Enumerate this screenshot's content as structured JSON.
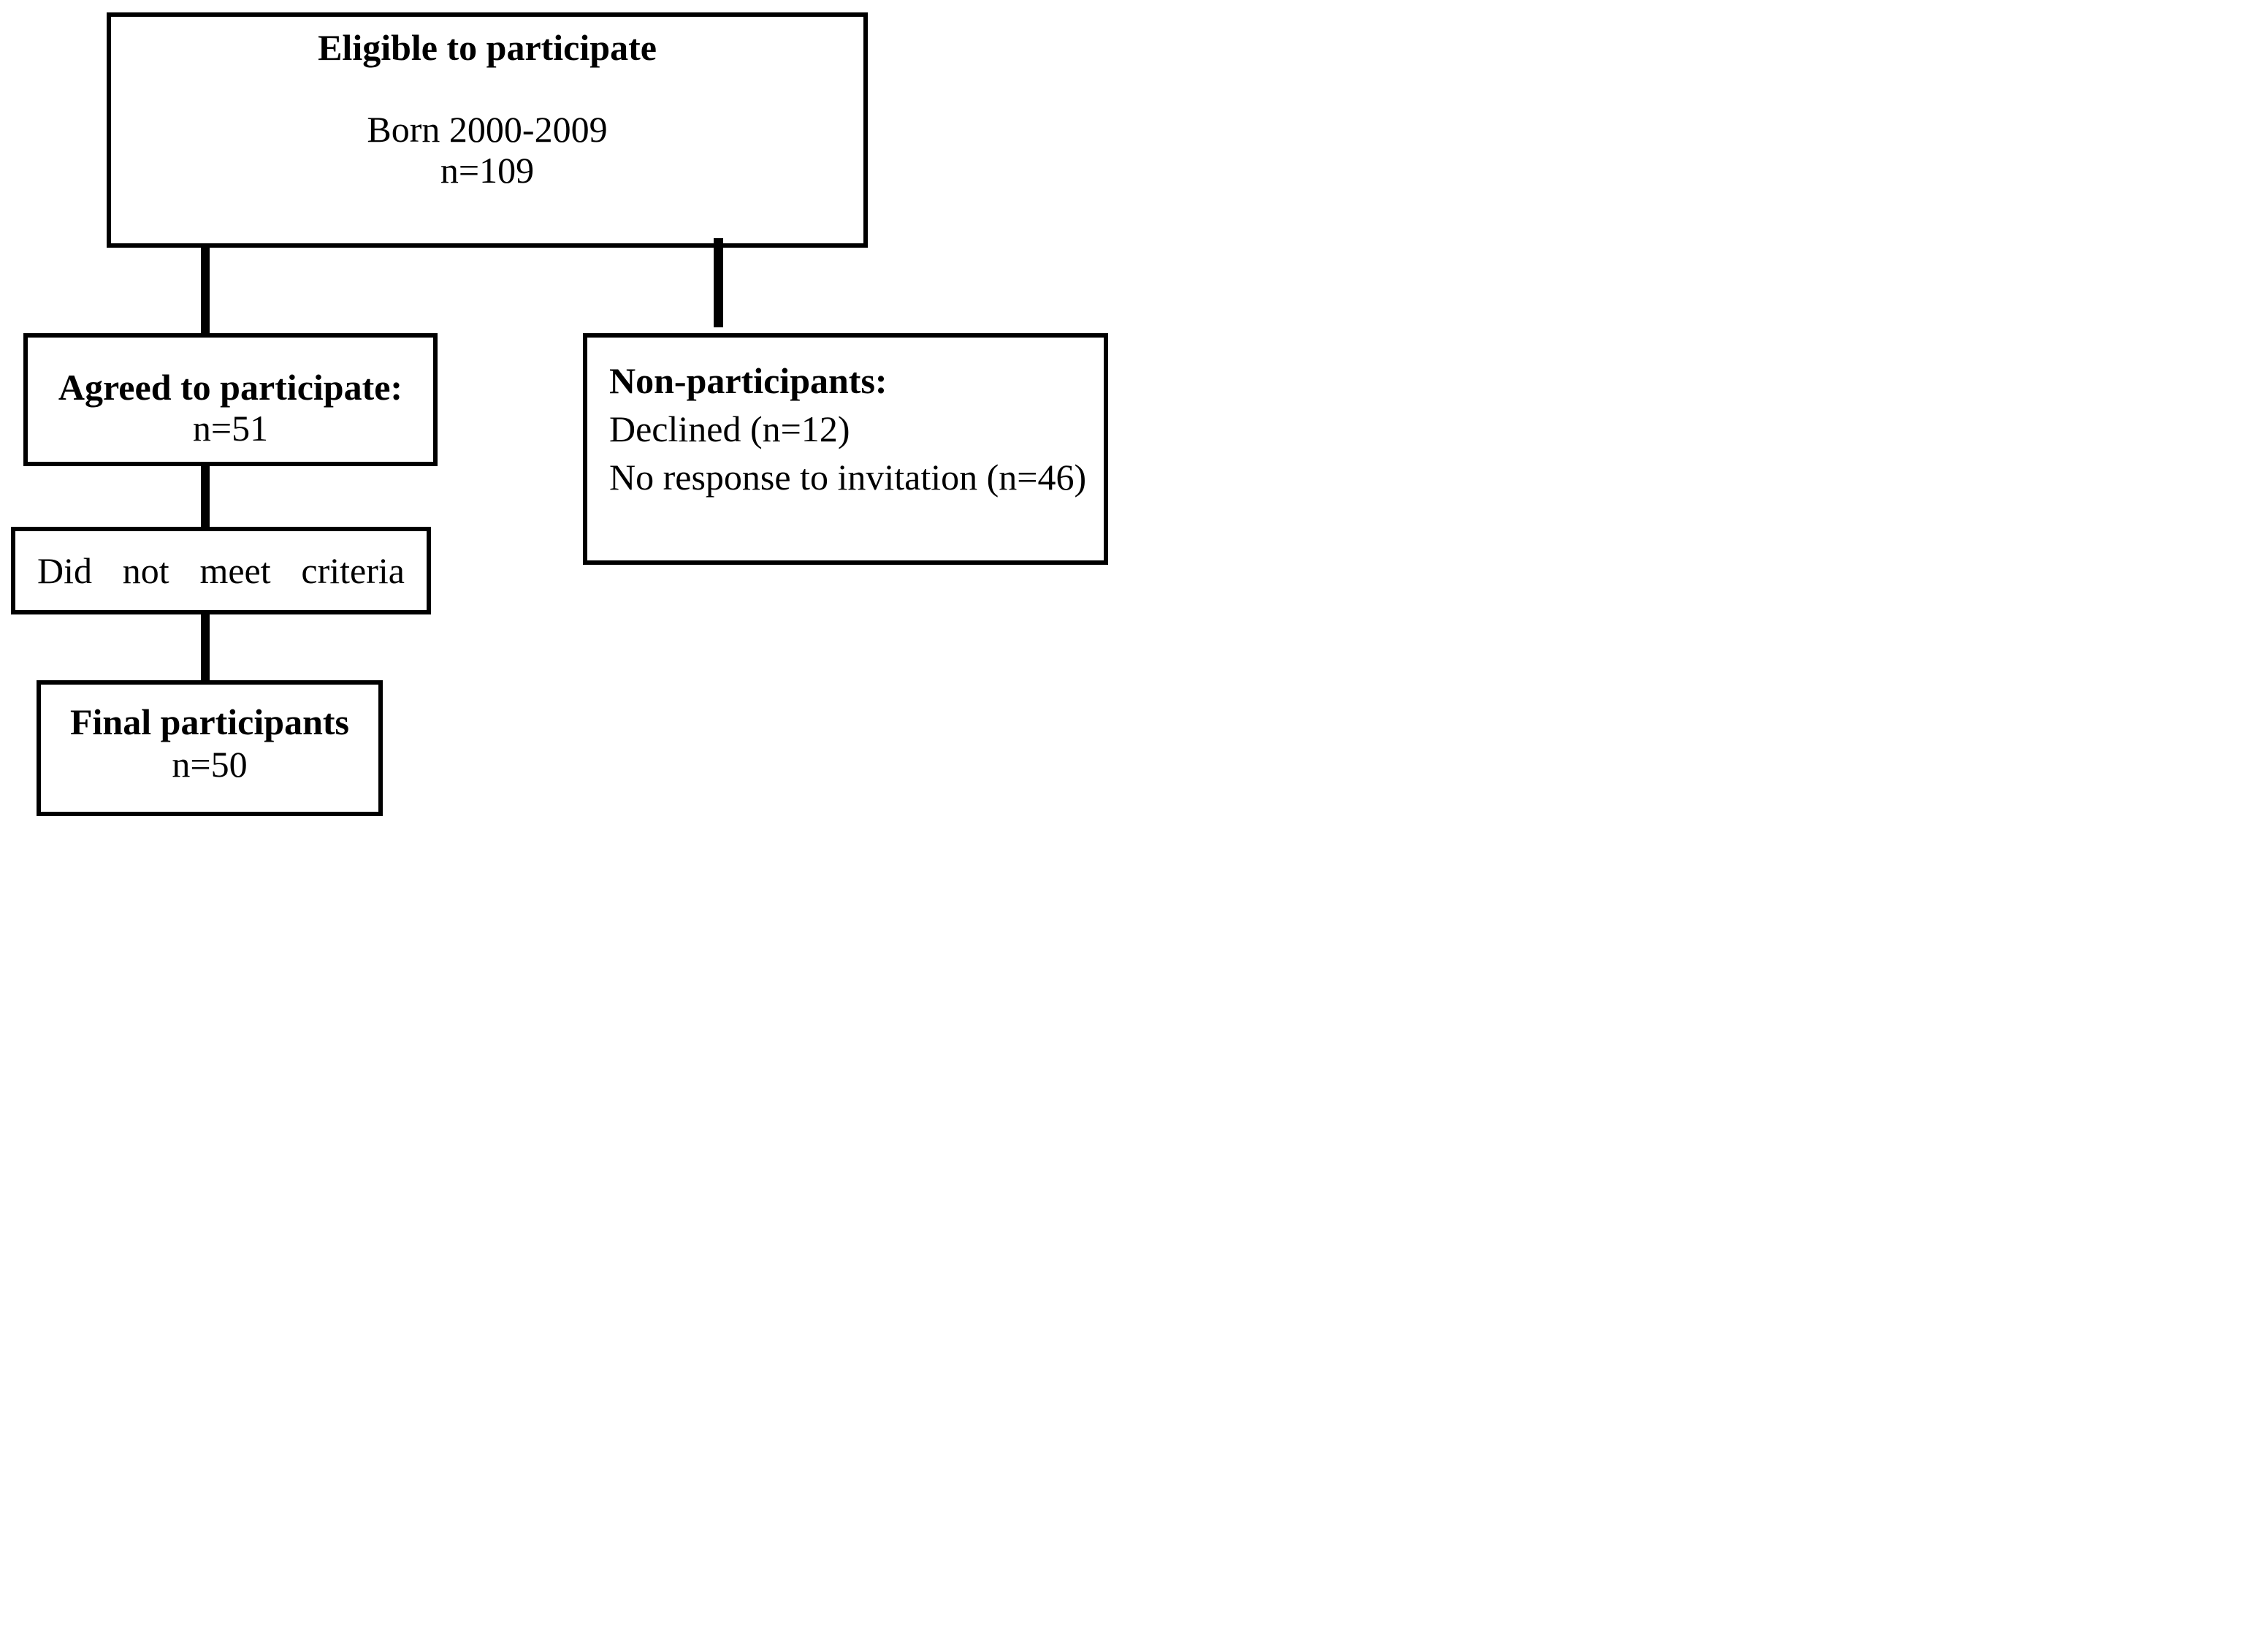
{
  "diagram": {
    "background": "#ffffff",
    "line_color": "#000000",
    "boxes": {
      "eligible": {
        "title": "Eligible to participate",
        "subtitle": "Born 2000-2009",
        "count": "n=109"
      },
      "agreed": {
        "title": "Agreed to participate:",
        "count": "n=51"
      },
      "non_participants": {
        "title": "Non-participants:",
        "reason1": "Declined (n=12)",
        "reason2": "No response to invitation (n=46)"
      },
      "did_not_meet": {
        "words": [
          "Did",
          "not",
          "meet",
          "criteria"
        ]
      },
      "final": {
        "title": "Final participants",
        "count": "n=50"
      }
    }
  }
}
